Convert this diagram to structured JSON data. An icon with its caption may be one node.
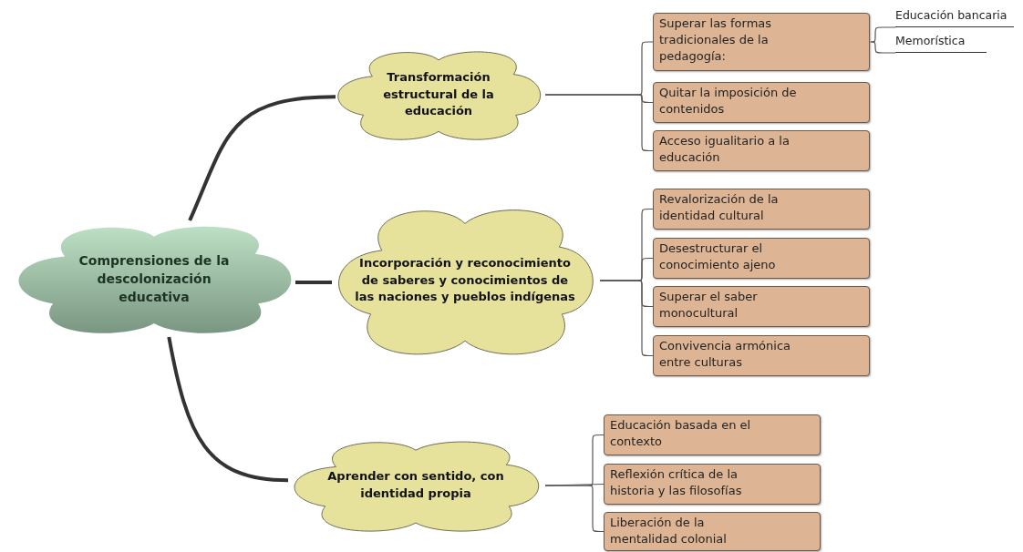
{
  "diagram": {
    "nodes": [
      {
        "text": [
          "Comprensiones de la descolonización educativa"
        ]
      },
      {
        "text": [
          "Transformación estructural de la educación"
        ]
      },
      {
        "text": [
          "Superar las formas tradicionales de la pedagogía:"
        ]
      },
      {
        "text": [
          "Educación bancaria"
        ]
      },
      {
        "text": [
          "Memorística"
        ]
      },
      {
        "text": [
          "Quitar la imposición de contenidos"
        ]
      },
      {
        "text": [
          "Acceso igualitario a la educación"
        ]
      },
      {
        "text": [
          "Incorporación y reconocimiento de saberes y conocimientos de las naciones y pueblos indígenas"
        ]
      },
      {
        "text": [
          "Revalorización de la identidad cultural"
        ]
      },
      {
        "text": [
          "Desestructurar el conocimiento ajeno"
        ]
      },
      {
        "text": [
          "Superar el saber monocultural"
        ]
      },
      {
        "text": [
          "Convivencia armónica entre culturas"
        ]
      },
      {
        "text": [
          "Aprender con sentido, con identidad propia"
        ]
      },
      {
        "text": [
          "Educación basada en el contexto"
        ]
      },
      {
        "text": [
          "Reflexión crítica de la historia  y las filosofías"
        ]
      },
      {
        "text": [
          "Liberación de la mentalidad colonial"
        ]
      }
    ],
    "edges": [
      {
        "from": 0,
        "to": 1,
        "arrow": "none",
        "style": "thick"
      },
      {
        "from": 0,
        "to": 7,
        "arrow": "none",
        "style": "thick"
      },
      {
        "from": 0,
        "to": 12,
        "arrow": "none",
        "style": "thick"
      },
      {
        "from": 1,
        "to": 2,
        "arrow": "none"
      },
      {
        "from": 1,
        "to": 5,
        "arrow": "none"
      },
      {
        "from": 1,
        "to": 6,
        "arrow": "none"
      },
      {
        "from": 2,
        "to": 3,
        "arrow": "none"
      },
      {
        "from": 2,
        "to": 4,
        "arrow": "none"
      },
      {
        "from": 7,
        "to": 8,
        "arrow": "none"
      },
      {
        "from": 7,
        "to": 9,
        "arrow": "none"
      },
      {
        "from": 7,
        "to": 10,
        "arrow": "none"
      },
      {
        "from": 7,
        "to": 11,
        "arrow": "none"
      },
      {
        "from": 12,
        "to": 13,
        "arrow": "none"
      },
      {
        "from": 12,
        "to": 14,
        "arrow": "none"
      },
      {
        "from": 12,
        "to": 15,
        "arrow": "none"
      }
    ]
  }
}
